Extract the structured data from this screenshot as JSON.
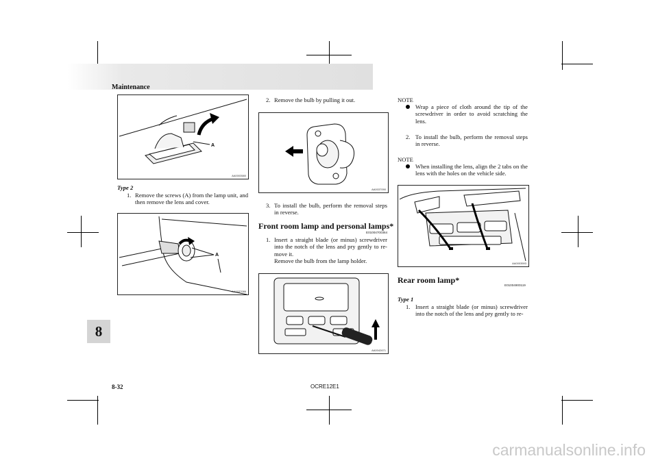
{
  "header": {
    "section_title": "Maintenance",
    "chapter_tab": "8"
  },
  "footer": {
    "page_number": "8-32",
    "doc_code": "OCRE12E1"
  },
  "col1": {
    "fig1": {
      "label_a": "A",
      "fig_id": "AA0003580"
    },
    "type2_heading": "Type 2",
    "step1_num": "1.",
    "step1_text": "Remove the screws (A) from the lamp unit, and then remove the lens and cover.",
    "fig2": {
      "label_a": "A",
      "fig_id": "AA0037086"
    }
  },
  "col2": {
    "step2_num": "2.",
    "step2_text": "Remove the bulb by pulling it out.",
    "fig3_id": "AA0037090",
    "step3_num": "3.",
    "step3_text": "To install the bulb, perform the removal steps in reverse.",
    "heading": "Front room lamp and personal lamps*",
    "heading_code": "E01004700364",
    "step1_num": "1.",
    "step1_text": "Insert a straight blade (or minus) screwdriver into the notch of the lens and pry gently to re-move it.",
    "step1_text2": "Remove the bulb from the lamp holder.",
    "fig4_id": "AA0042671"
  },
  "col3": {
    "note1_label": "NOTE",
    "note1_text": "Wrap a piece of cloth around the tip of the screwdriver in order to avoid scratching the lens.",
    "step2_num": "2.",
    "step2_text": "To install the bulb, perform the removal steps in reverse.",
    "note2_label": "NOTE",
    "note2_text": "When installing the lens, align the 2 tabs on the lens with the holes on the vehicle side.",
    "fig5_id": "AA0003593",
    "heading": "Rear room lamp*",
    "heading_code": "E01004900119",
    "type1_heading": "Type 1",
    "step1_num": "1.",
    "step1_text": "Insert a straight blade (or minus) screwdriver into the notch of the lens and pry gently to re-"
  },
  "watermark": "carmanualsonline.info"
}
